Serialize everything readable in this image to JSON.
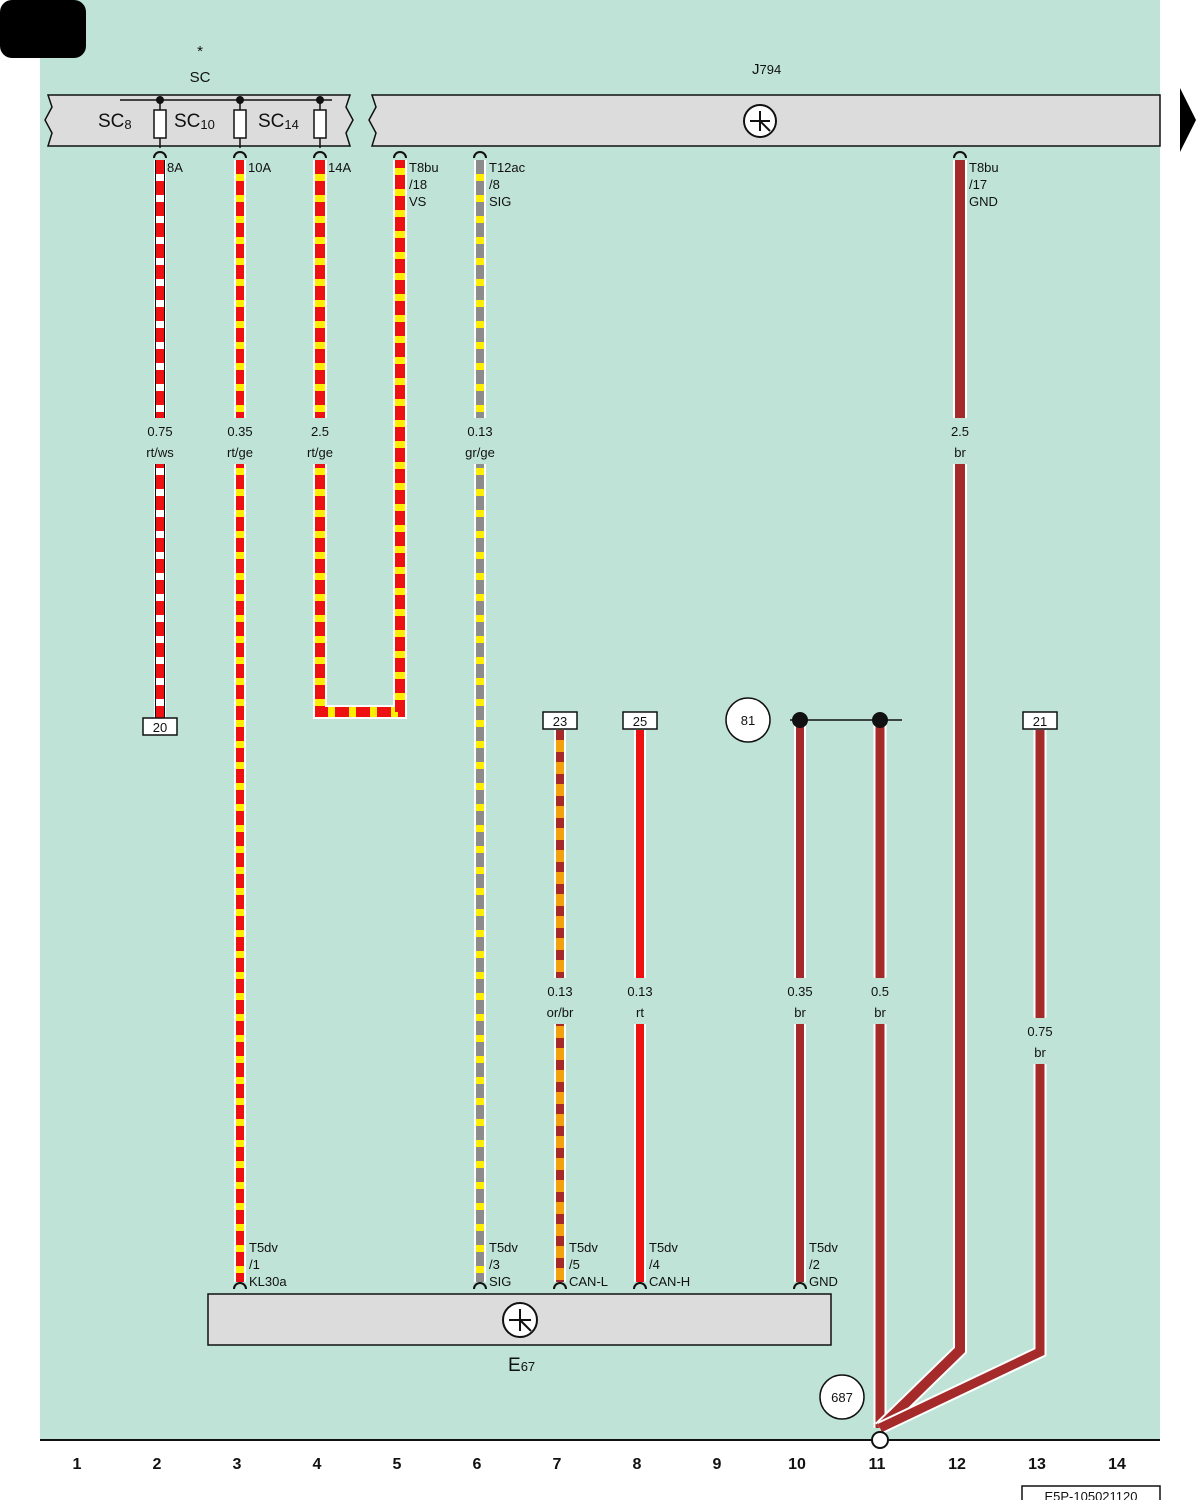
{
  "page_tab": "",
  "top_marker": "*",
  "sc_block": {
    "title": "SC",
    "fuses": [
      {
        "name": "SC",
        "sub": "8",
        "rating": "8A"
      },
      {
        "name": "SC",
        "sub": "10",
        "rating": "10A"
      },
      {
        "name": "SC",
        "sub": "14",
        "rating": "14A"
      }
    ]
  },
  "j794": {
    "name": "J",
    "sub": "794"
  },
  "e67": {
    "name": "E",
    "sub": "67"
  },
  "connectors": {
    "t8bu_18": [
      "T8bu",
      "/18",
      "VS"
    ],
    "t12ac_8": [
      "T12ac",
      "/8",
      "SIG"
    ],
    "t8bu_17": [
      "T8bu",
      "/17",
      "GND"
    ],
    "t5dv_1": [
      "T5dv",
      "/1",
      "KL30a"
    ],
    "t5dv_3": [
      "T5dv",
      "/3",
      "SIG"
    ],
    "t5dv_5": [
      "T5dv",
      "/5",
      "CAN-L"
    ],
    "t5dv_4": [
      "T5dv",
      "/4",
      "CAN-H"
    ],
    "t5dv_2": [
      "T5dv",
      "/2",
      "GND"
    ]
  },
  "wires": [
    {
      "section": "0.75",
      "color": "rt/ws"
    },
    {
      "section": "0.35",
      "color": "rt/ge"
    },
    {
      "section": "2.5",
      "color": "rt/ge"
    },
    {
      "section": "0.13",
      "color": "gr/ge"
    },
    {
      "section": "0.13",
      "color": "or/br"
    },
    {
      "section": "0.13",
      "color": "rt"
    },
    {
      "section": "0.35",
      "color": "br"
    },
    {
      "section": "0.5",
      "color": "br"
    },
    {
      "section": "2.5",
      "color": "br"
    },
    {
      "section": "0.75",
      "color": "br"
    }
  ],
  "references": {
    "box20": "20",
    "box23": "23",
    "box25": "25",
    "box21": "21",
    "circle81": "81",
    "circle687": "687"
  },
  "columns": [
    "1",
    "2",
    "3",
    "4",
    "5",
    "6",
    "7",
    "8",
    "9",
    "10",
    "11",
    "12",
    "13",
    "14"
  ],
  "footer_code": "E5P-105021120",
  "colors": {
    "background": "#bfe3d6",
    "component": "#dcdcdc",
    "red": "#ee1111",
    "yellow": "#ffee00",
    "white": "#ffffff",
    "grey": "#8c8c8c",
    "orange": "#f2a20c",
    "brown": "#a52a2a"
  }
}
